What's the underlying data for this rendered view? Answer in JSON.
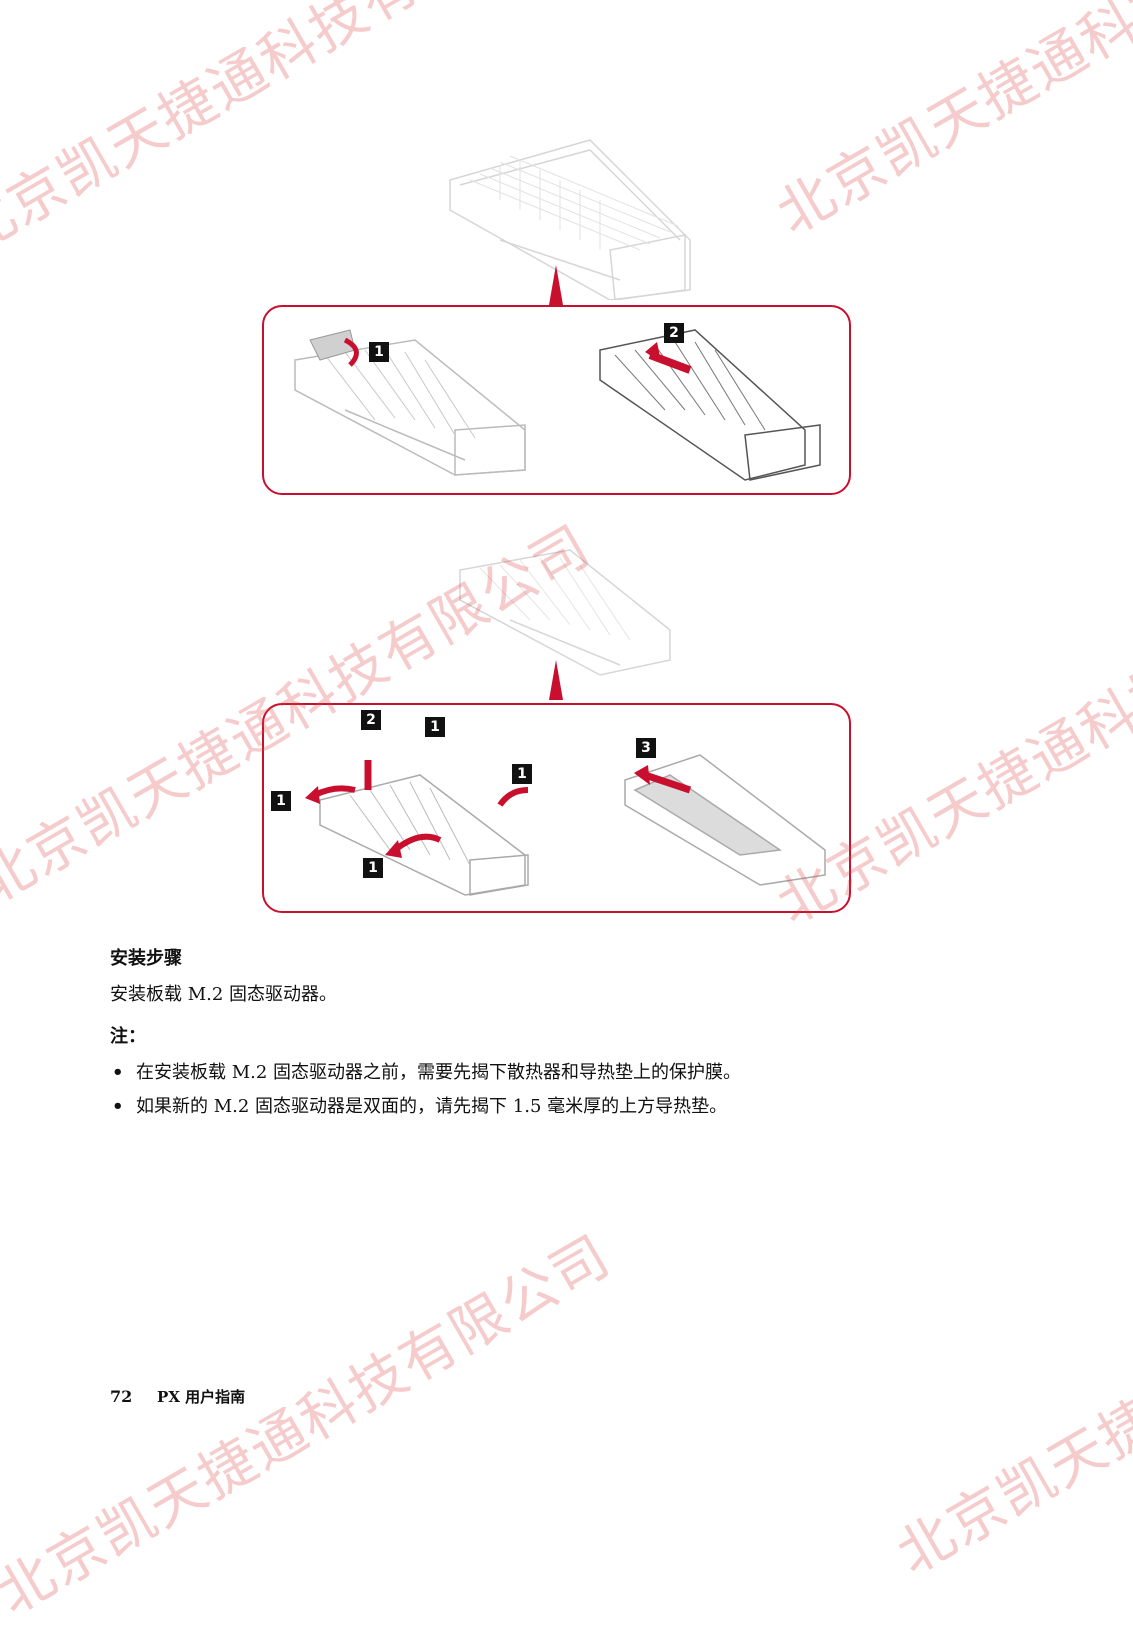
{
  "watermark": "北京凯天捷通科技有限公司",
  "steps": {
    "one": "1",
    "two": "2",
    "three": "3"
  },
  "section_title": "安装步骤",
  "intro": "安装板载 M.2 固态驱动器。",
  "note_label": "注：",
  "bullets": [
    "在安装板载 M.2 固态驱动器之前，需要先揭下散热器和导热垫上的保护膜。",
    "如果新的 M.2 固态驱动器是双面的，请先揭下 1.5 毫米厚的上方导热垫。"
  ],
  "footer": {
    "page_number": "72",
    "doc_title": "PX 用户指南"
  },
  "colors": {
    "accent_red": "#c8102e",
    "frame_red": "#c8102e"
  }
}
